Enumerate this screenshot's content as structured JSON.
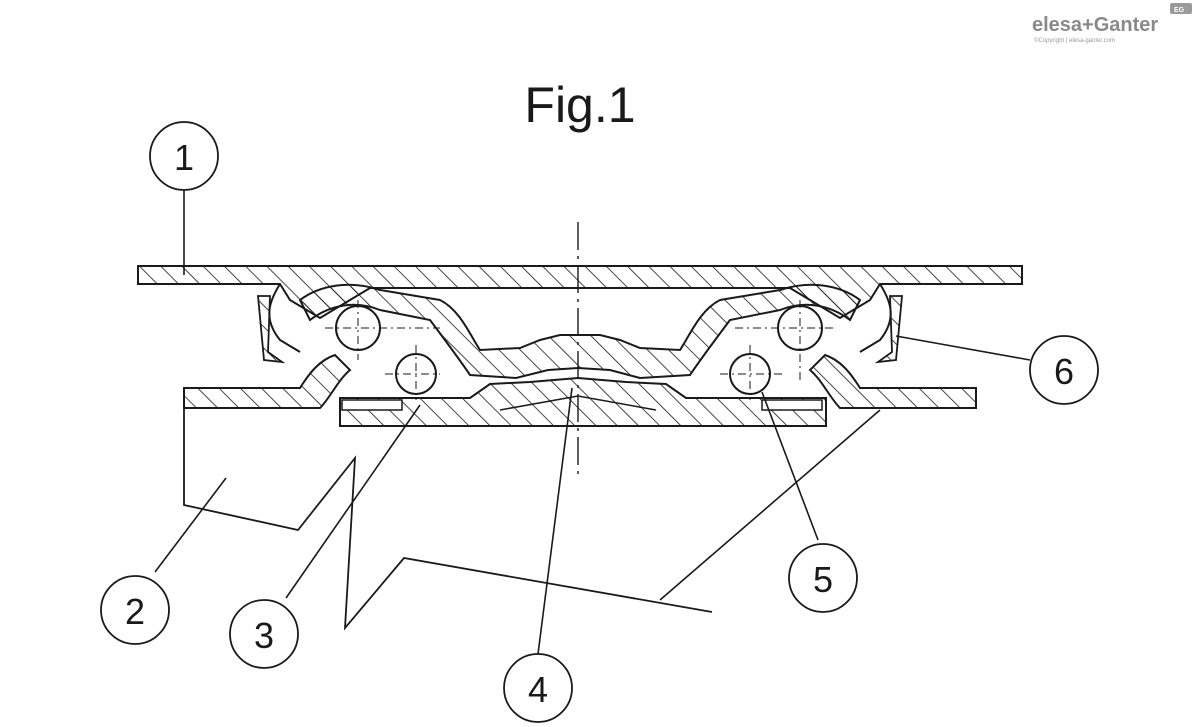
{
  "figure": {
    "title": "Fig.1"
  },
  "callouts": [
    {
      "id": "1",
      "label": "1"
    },
    {
      "id": "2",
      "label": "2"
    },
    {
      "id": "3",
      "label": "3"
    },
    {
      "id": "4",
      "label": "4"
    },
    {
      "id": "5",
      "label": "5"
    },
    {
      "id": "6",
      "label": "6"
    }
  ],
  "branding": {
    "logo_text": "elesa+Ganter",
    "badge": "EG",
    "copyright": "©Copyright | elesa-ganter.com"
  },
  "colors": {
    "ink": "#1a1a1a",
    "logo_gray": "#8a8a8a"
  }
}
